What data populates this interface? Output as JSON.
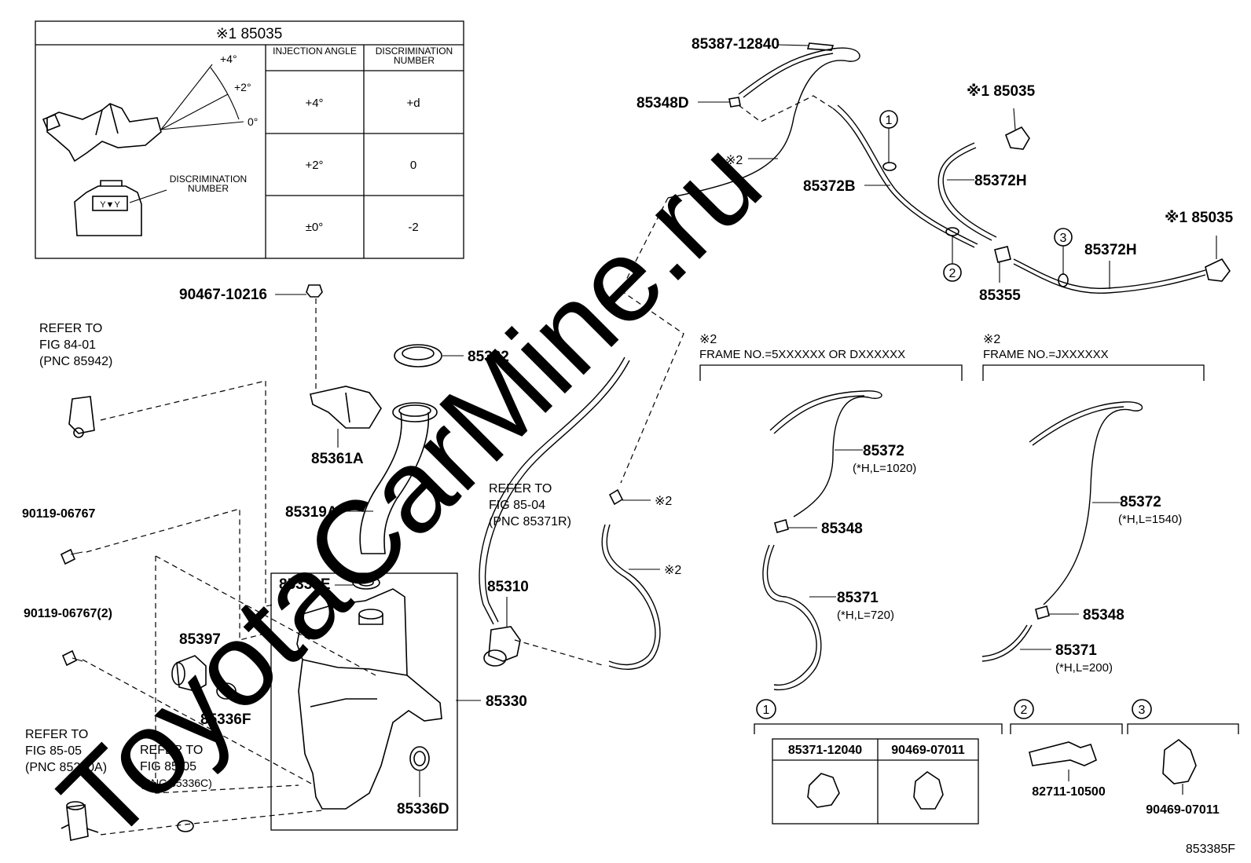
{
  "diagram": {
    "id_code": "853385F",
    "watermark": "ToyotaCarMine.ru"
  },
  "inset_table": {
    "title": "※1 85035",
    "headers": {
      "injection_angle": "INJECTION ANGLE",
      "discrimination_number": "DISCRIMINATION NUMBER"
    },
    "rows": [
      {
        "angle": "+4°",
        "number": "+d"
      },
      {
        "angle": "+2°",
        "number": "0"
      },
      {
        "angle": "±0°",
        "number": "-2"
      }
    ],
    "angle_marks": [
      "+4°",
      "+2°",
      "0°"
    ],
    "discrimination_label": "DISCRIMINATION NUMBER",
    "nozzle_mark": "Y▼Y"
  },
  "labels": {
    "p85387": "85387-12840",
    "p85348D": "85348D",
    "n2_a": "※2",
    "c1": "1",
    "c2": "2",
    "c3": "3",
    "p85372B": "85372B",
    "p85035_a": "※1 85035",
    "p85372H_a": "85372H",
    "p85035_b": "※1 85035",
    "p85372H_b": "85372H",
    "p85355": "85355",
    "p90467": "90467-10216",
    "p85332": "85332",
    "p85361A": "85361A",
    "p85319A": "85319A",
    "p90119_a": "90119-06767",
    "p90119_b": "90119-06767(2)",
    "p85397": "85397",
    "p85336E": "85336E",
    "p85336F": "85336F",
    "p85330": "85330",
    "p85336D": "85336D",
    "p85310": "85310",
    "n2_b": "※2",
    "n2_c": "※2",
    "ref1": [
      "REFER TO",
      "FIG 84-01",
      "(PNC 85942)"
    ],
    "ref2": [
      "REFER TO",
      "FIG 85-04",
      "(PNC 85371R)"
    ],
    "ref3": [
      "REFER TO",
      "FIG 85-05",
      "(PNC 85280A)"
    ],
    "ref4": [
      "REFER TO",
      "FIG 85-05",
      "(PNC 85336C)"
    ],
    "frame1_note": "※2",
    "frame1_title": "FRAME NO.=5XXXXXX OR DXXXXXX",
    "frame2_note": "※2",
    "frame2_title": "FRAME NO.=JXXXXXX",
    "f1_85372": "85372",
    "f1_85372_len": "(*H,L=1020)",
    "f1_85348": "85348",
    "f1_85371": "85371",
    "f1_85371_len": "(*H,L=720)",
    "f2_85372": "85372",
    "f2_85372_len": "(*H,L=1540)",
    "f2_85348": "85348",
    "f2_85371": "85371",
    "f2_85371_len": "(*H,L=200)",
    "d1_num": "1",
    "d2_num": "2",
    "d3_num": "3",
    "d1_p1": "85371-12040",
    "d1_p2": "90469-07011",
    "d2_p": "82711-10500",
    "d3_p": "90469-07011"
  }
}
